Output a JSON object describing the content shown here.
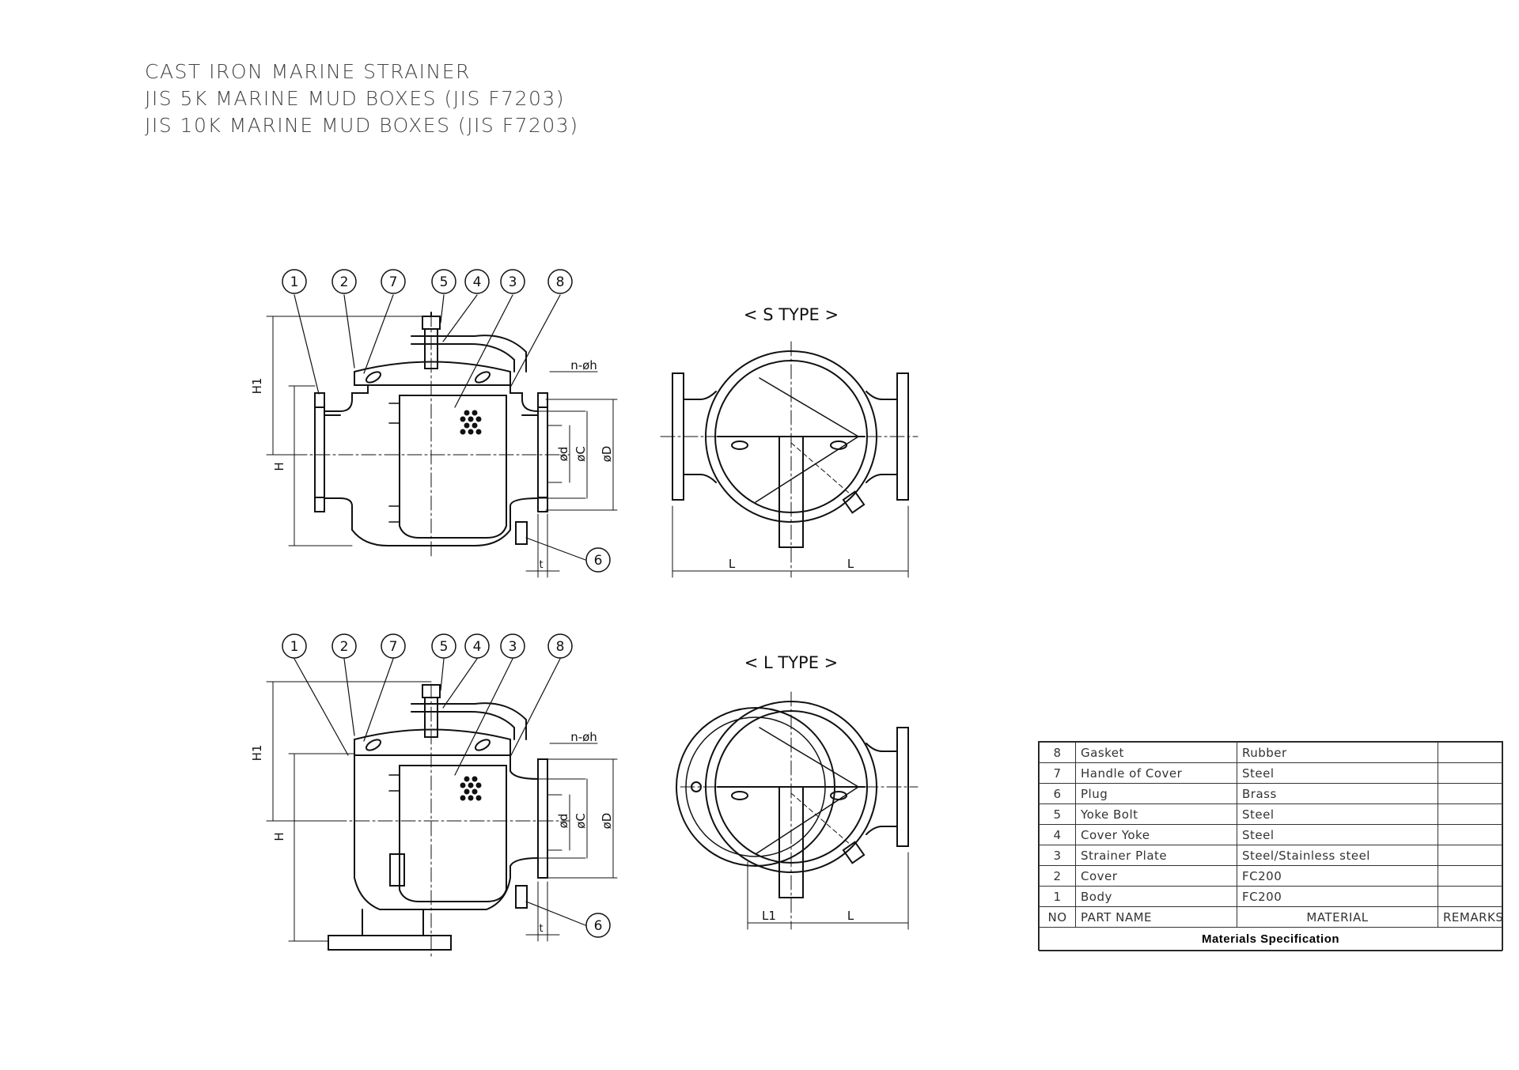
{
  "titles": [
    "CAST IRON MARINE STRAINER",
    "JIS 5K MARINE MUD BOXES (JIS F7203)",
    "JIS 10K MARINE MUD BOXES (JIS F7203)"
  ],
  "views": {
    "s_type_label": "< S TYPE >",
    "l_type_label": "< L TYPE >"
  },
  "balloons": [
    "1",
    "2",
    "7",
    "5",
    "4",
    "3",
    "8"
  ],
  "plug_balloon": "6",
  "dimensions": {
    "h1": "H1",
    "h": "H",
    "small_d": "ød",
    "c": "øC",
    "big_d": "øD",
    "bolt_holes": "n-øh",
    "t": "t",
    "l": "L",
    "l1": "L1"
  },
  "parts_table": {
    "rows": [
      {
        "no": "8",
        "name": "Gasket",
        "material": "Rubber",
        "remarks": ""
      },
      {
        "no": "7",
        "name": "Handle of Cover",
        "material": "Steel",
        "remarks": ""
      },
      {
        "no": "6",
        "name": "Plug",
        "material": "Brass",
        "remarks": ""
      },
      {
        "no": "5",
        "name": "Yoke Bolt",
        "material": "Steel",
        "remarks": ""
      },
      {
        "no": "4",
        "name": "Cover Yoke",
        "material": "Steel",
        "remarks": ""
      },
      {
        "no": "3",
        "name": "Strainer Plate",
        "material": "Steel/Stainless steel",
        "remarks": ""
      },
      {
        "no": "2",
        "name": "Cover",
        "material": "FC200",
        "remarks": ""
      },
      {
        "no": "1",
        "name": "Body",
        "material": "FC200",
        "remarks": ""
      }
    ],
    "header": {
      "no": "NO",
      "name": "PART  NAME",
      "material": "MATERIAL",
      "remarks": "REMARKS"
    },
    "caption": "Materials Specification"
  }
}
